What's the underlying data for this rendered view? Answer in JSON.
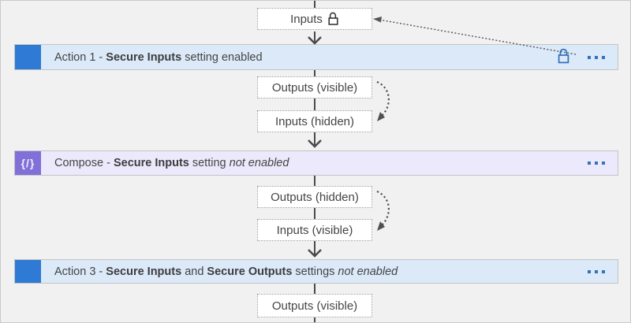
{
  "colors": {
    "canvas_bg": "#f1f1f2",
    "canvas_border": "#c9c9c9",
    "action_accent": "#2e7ad4",
    "action_bar_bg": "#dbe9f8",
    "compose_accent": "#8070d8",
    "compose_bar_bg": "#ebe9fb",
    "bar_border": "#c4c4c4",
    "node_border": "#9a9a9a",
    "connector": "#4a4a4a",
    "icon_blue": "#3472b7",
    "text": "#454545"
  },
  "nodes": {
    "inputs_top": {
      "label": "Inputs",
      "icon": "lock-icon"
    },
    "outputs_visible_1": {
      "label": "Outputs (visible)"
    },
    "inputs_hidden": {
      "label": "Inputs (hidden)"
    },
    "outputs_hidden": {
      "label": "Outputs (hidden)"
    },
    "inputs_visible": {
      "label": "Inputs (visible)"
    },
    "outputs_visible_2": {
      "label": "Outputs (visible)"
    }
  },
  "bars": {
    "action1": {
      "icon": "action-step-icon",
      "lock_icon": "lock-icon",
      "menu_icon": "ellipsis-icon",
      "segments": [
        {
          "text": "Action 1 - "
        },
        {
          "text": "Secure Inputs",
          "bold": true
        },
        {
          "text": " setting enabled"
        }
      ]
    },
    "compose": {
      "icon": "compose-icon",
      "glyph": "{/}",
      "menu_icon": "ellipsis-icon",
      "segments": [
        {
          "text": "Compose - "
        },
        {
          "text": "Secure Inputs",
          "bold": true
        },
        {
          "text": " setting "
        },
        {
          "text": "not enabled",
          "italic": true
        }
      ]
    },
    "action3": {
      "icon": "action-step-icon",
      "menu_icon": "ellipsis-icon",
      "segments": [
        {
          "text": "Action 3 - "
        },
        {
          "text": "Secure Inputs",
          "bold": true
        },
        {
          "text": " and "
        },
        {
          "text": "Secure Outputs",
          "bold": true
        },
        {
          "text": " settings "
        },
        {
          "text": "not enabled",
          "italic": true
        }
      ]
    }
  }
}
